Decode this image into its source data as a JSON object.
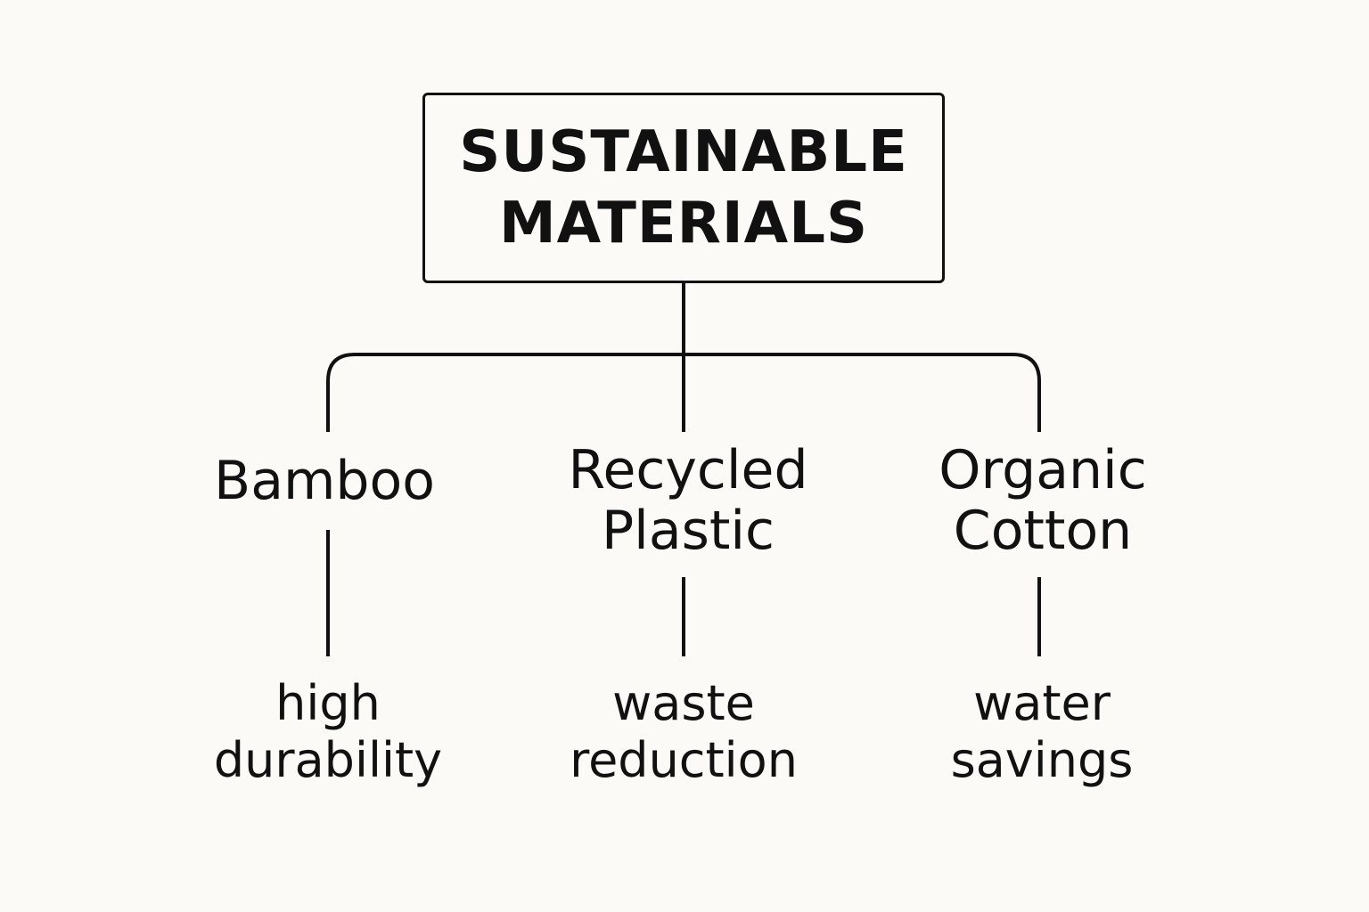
{
  "title": {
    "line1": "SUSTAINABLE",
    "line2": "MATERIALS"
  },
  "branches": [
    {
      "material": [
        "Bamboo"
      ],
      "benefit": [
        "high",
        "durability"
      ]
    },
    {
      "material": [
        "Recycled",
        "Plastic"
      ],
      "benefit": [
        "waste",
        "reduction"
      ]
    },
    {
      "material": [
        "Organic",
        "Cotton"
      ],
      "benefit": [
        "water",
        "savings"
      ]
    }
  ],
  "colors": {
    "background": "#fcfaf6",
    "ink": "#111111"
  }
}
